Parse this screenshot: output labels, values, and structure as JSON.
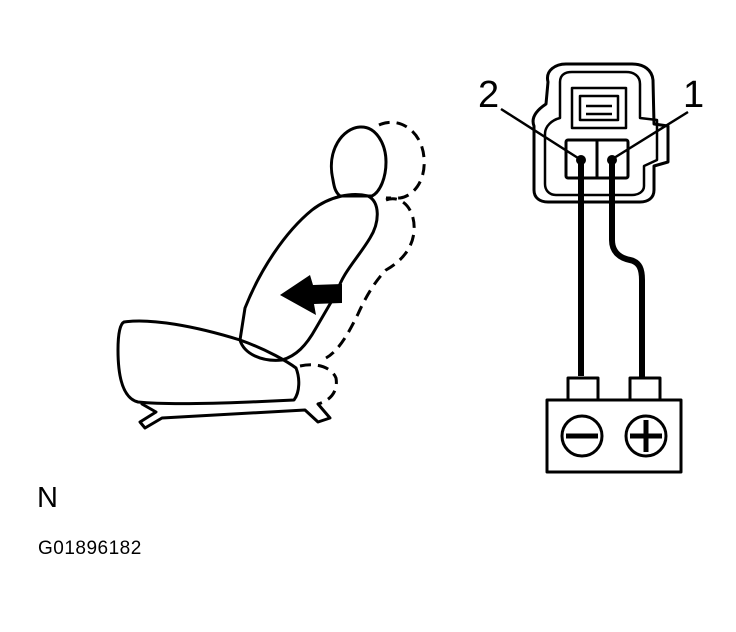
{
  "diagram": {
    "view_letter": "N",
    "figure_code": "G01896182",
    "terminal_labels": {
      "pin2": "2",
      "pin1": "1"
    }
  }
}
